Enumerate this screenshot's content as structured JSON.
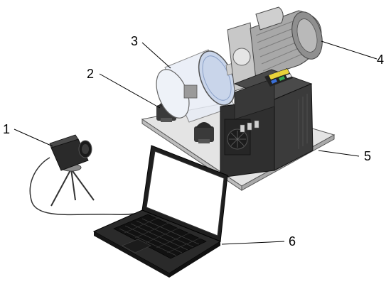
{
  "callouts": [
    {
      "id": "1",
      "label": "1",
      "part": "camera-on-tripod"
    },
    {
      "id": "2",
      "label": "2",
      "part": "bearing-support"
    },
    {
      "id": "3",
      "label": "3",
      "part": "transparent-cylinder"
    },
    {
      "id": "4",
      "label": "4",
      "part": "electric-motor"
    },
    {
      "id": "5",
      "label": "5",
      "part": "frequency-inverter"
    },
    {
      "id": "6",
      "label": "6",
      "part": "laptop"
    }
  ],
  "colors": {
    "background": "#ffffff",
    "metal_light": "#d9d9d9",
    "metal_mid": "#b5b5b5",
    "dark_body": "#2b2b2b",
    "inverter_body": "#3a3a3a",
    "glass": "#dfe6f2",
    "keypad_yellow": "#e8d23a",
    "keypad_blue": "#3a6fd8",
    "keypad_green": "#35a853"
  }
}
